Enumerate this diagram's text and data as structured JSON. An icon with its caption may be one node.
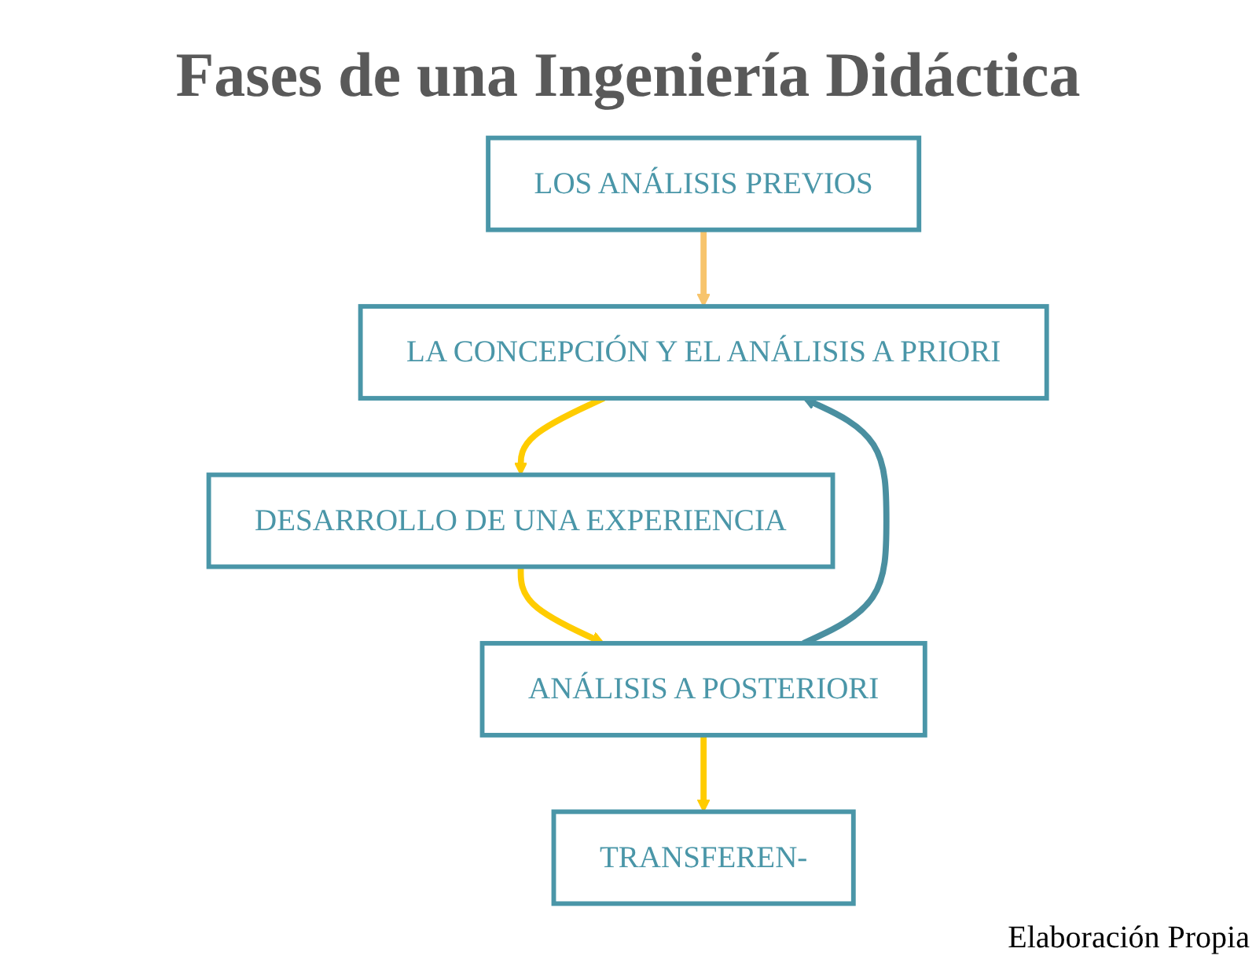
{
  "diagram": {
    "title": "Fases de una Ingeniería Didáctica",
    "nodes": [
      {
        "text": [
          "LOS ANÁLISIS PREVIOS"
        ]
      },
      {
        "text": [
          "LA CONCEPCIÓN Y EL ANÁLISIS A PRIORI"
        ]
      },
      {
        "text": [
          "DESARROLLO DE UNA EXPERIENCIA"
        ]
      },
      {
        "text": [
          "ANÁLISIS A POSTERIORI"
        ]
      },
      {
        "text": [
          "TRANSFEREN-"
        ]
      }
    ],
    "edges": [
      {
        "from": 0,
        "to": 1,
        "arrow": "to",
        "color": "#f7c46c"
      },
      {
        "from": 1,
        "to": 2,
        "arrow": "to"
      },
      {
        "from": 2,
        "to": 3,
        "arrow": "to"
      },
      {
        "from": 3,
        "to": 4,
        "arrow": "to"
      },
      {
        "from": 3,
        "to": 1,
        "arrow": "to",
        "color": "#4a8fa0"
      }
    ],
    "labels": [
      "Elaboración Propia"
    ]
  }
}
